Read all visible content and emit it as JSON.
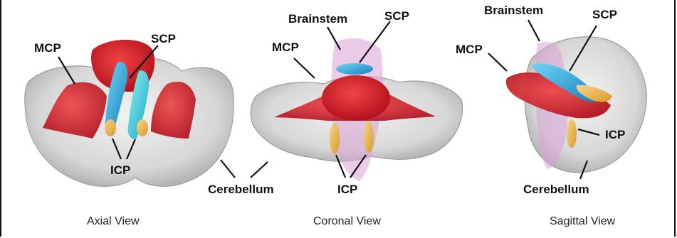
{
  "panels": [
    {
      "caption": "Axial View"
    },
    {
      "caption": "Coronal View"
    },
    {
      "caption": "Sagittal View"
    }
  ],
  "labels": {
    "axial_mcp": "MCP",
    "axial_scp": "SCP",
    "axial_icp": "ICP",
    "cerebellum_shared": "Cerebellum",
    "coronal_brainstem": "Brainstem",
    "coronal_scp": "SCP",
    "coronal_mcp": "MCP",
    "coronal_icp": "ICP",
    "sagittal_brainstem": "Brainstem",
    "sagittal_scp": "SCP",
    "sagittal_mcp": "MCP",
    "sagittal_icp": "ICP",
    "sagittal_cerebellum": "Cerebellum"
  },
  "colors": {
    "cerebellum": "#d9d9d9",
    "mcp": "#e01e1e",
    "scp": "#2fb5e0",
    "icp": "#e8c060",
    "brainstem": "#d9a0d6"
  }
}
